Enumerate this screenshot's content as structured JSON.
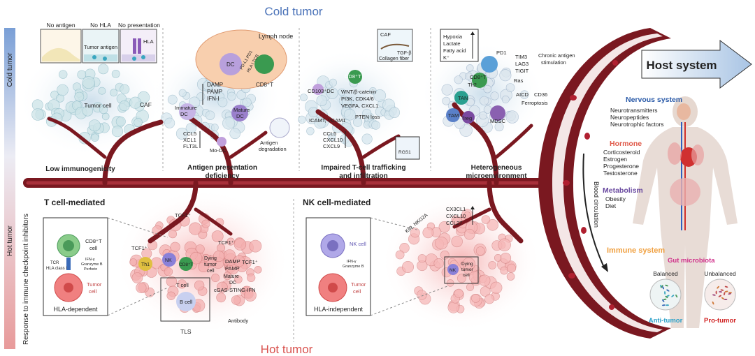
{
  "titles": {
    "cold": "Cold tumor",
    "hot": "Hot tumor",
    "side_cold": "Cold tumor",
    "side_hot": "Hot tumor",
    "side_response": "Response to immune checkpoint inhibitors",
    "host": "Host system",
    "blood": "Blood circulation"
  },
  "cold_panels": {
    "low_immunogenicity": {
      "label": "Low immunogenicity",
      "no_antigen": "No antigen",
      "no_hla": "No HLA",
      "no_presentation": "No presentation",
      "tumor_antigen": "Tumor antigen",
      "hla": "HLA",
      "tumor_cell": "Tumor cell",
      "caf": "CAF"
    },
    "antigen_presentation": {
      "label_l1": "Antigen presentation",
      "label_l2": "deficiency",
      "lymph_node": "Lymph node",
      "dc": "DC",
      "cd8t": "CD8⁺T",
      "pdl1_pd1": "PD-L1 PD1",
      "hla_i_tcr": "HLA I TCR",
      "damp": "DAMP",
      "pamp": "PAMP",
      "ifn": "IFN-I",
      "immature_dc_1": "Immature",
      "immature_dc_2": "DC",
      "mature_dc_1": "Mature",
      "mature_dc_2": "DC",
      "ccl5": "CCL5",
      "xcl1": "XCL1",
      "flt3l": "FLT3L",
      "modc": "Mo-DC",
      "antigen_deg_1": "Antigen",
      "antigen_deg_2": "degradation"
    },
    "trafficking": {
      "label_l1": "Impaired T-cell trafficking",
      "label_l2": "and infiltration",
      "cd8t": "CD8⁺T",
      "cd103": "CD103⁺DC",
      "wnt": "WNT/β-catenin",
      "pi3k": "PI3K, CDK4/6",
      "vegfa": "VEGFA, CXCL1",
      "pten": "PTEN loss",
      "icamt": "ICAMT, VCAM1",
      "ccl5": "CCL5",
      "cxcl10": "CXCL10",
      "cxcl9": "CXCL9",
      "caf": "CAF",
      "tgfb": "TGF-β",
      "collagen": "Collagen fiber",
      "rgs1": "RGS1"
    },
    "heterogeneous": {
      "label_l1": "Heterogeneous",
      "label_l2": "microenvironment",
      "hypoxia": "Hypoxia",
      "lactate": "Lactate",
      "fatty_acid": "Fatty acid",
      "k": "K⁺",
      "pd1": "PD1",
      "tim3": "TIM3",
      "lag3": "LAG3",
      "tigit": "TIGIT",
      "chronic_1": "Chronic antigen",
      "chronic_2": "stimulation",
      "ras": "Ras",
      "aicd": "AICD",
      "cd36": "CD36",
      "ferroptosis": "Ferroptosis",
      "cd8t": "CD8⁺T",
      "th2": "Th2",
      "tan": "TAN",
      "tam": "TAM",
      "treg": "Treg",
      "mdsc": "MDSC"
    }
  },
  "hot_panels": {
    "t_cell": {
      "title": "T cell-mediated",
      "cd8t_1": "CD8⁺T",
      "cd8t_2": "cell",
      "tcr": "TCR",
      "hla_class": "HLA class I",
      "ifn_1": "IFN-γ",
      "ifn_2": "Granzyme B",
      "ifn_3": "Perforin",
      "tumor_1": "Tumor",
      "tumor_2": "cell",
      "hla_dependent": "HLA-dependent",
      "tcf1": "TCF1⁺",
      "th1": "Th1",
      "nk": "NK",
      "cd8t": "CD8⁺T",
      "dying_1": "Dying",
      "dying_2": "tumor",
      "dying_3": "cell",
      "damp": "DAMP",
      "pamp": "PAMP",
      "mature_dc_1": "Mature",
      "mature_dc_2": "DC",
      "cgas": "cGAS-STING-IFN",
      "t_cell": "T cell",
      "b_cell": "B cell",
      "antibody": "Antibody",
      "tls": "TLS"
    },
    "nk_cell": {
      "title": "NK cell-mediated",
      "nk_cell": "NK cell",
      "ifn_1": "IFN-γ",
      "ifn_2": "Granzyme B",
      "tumor_1": "Tumor",
      "tumor_2": "cell",
      "hla_independent": "HLA-independent",
      "kir": "KIR, NKG2A",
      "cx3cl1": "CX3CL1",
      "cxcl10": "CXCL10",
      "ccl27": "CCL27",
      "nk": "NK",
      "dying_1": "Dying",
      "dying_2": "tumor",
      "dying_3": "cell"
    }
  },
  "host_system": {
    "nervous": {
      "title": "Nervous system",
      "items": [
        "Neurotransmitters",
        "Neuropeptides",
        "Neurotrophic factors"
      ]
    },
    "hormone": {
      "title": "Hormone",
      "items": [
        "Corticosteroid",
        "Estrogen",
        "Progesterone",
        "Testosterone"
      ]
    },
    "metabolism": {
      "title": "Metabolism",
      "items": [
        "Obesity",
        "Diet"
      ]
    },
    "immune": "Immune system",
    "gut": "Gut microbiota",
    "balanced": "Balanced",
    "unbalanced": "Unbalanced",
    "anti_tumor": "Anti-tumor",
    "pro_tumor": "Pro-tumor"
  },
  "colors": {
    "cold_title": "#4a72b8",
    "hot_title": "#d9534f",
    "vessel": "#7a1820",
    "nervous": "#2a5aa8",
    "hormone": "#e05a4a",
    "metabolism": "#6a4aa0",
    "immune": "#f0a040",
    "gut": "#d0308a",
    "anti_tumor": "#2aa0c8",
    "pro_tumor": "#d02020"
  }
}
